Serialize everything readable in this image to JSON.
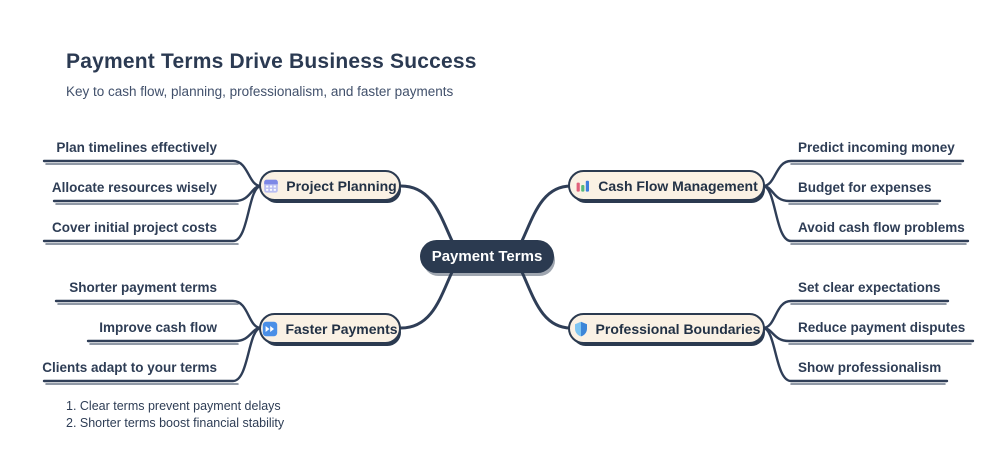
{
  "header": {
    "title": "Payment Terms Drive Business Success",
    "subtitle": "Key to cash flow, planning, professionalism, and faster payments"
  },
  "center": {
    "label": "Payment Terms"
  },
  "branches": [
    {
      "label": "Project Planning",
      "icon": "calendar-icon",
      "leaves": [
        "Plan timelines effectively",
        "Allocate resources wisely",
        "Cover initial project costs"
      ]
    },
    {
      "label": "Cash Flow Management",
      "icon": "bar-chart-icon",
      "leaves": [
        "Predict incoming money",
        "Budget for expenses",
        "Avoid cash flow problems"
      ]
    },
    {
      "label": "Faster Payments",
      "icon": "fast-forward-icon",
      "leaves": [
        "Shorter payment terms",
        "Improve cash flow",
        "Clients adapt to your terms"
      ]
    },
    {
      "label": "Professional Boundaries",
      "icon": "shield-icon",
      "leaves": [
        "Set clear expectations",
        "Reduce payment disputes",
        "Show professionalism"
      ]
    }
  ],
  "notes": [
    "1. Clear terms prevent payment delays",
    "2. Shorter terms boost financial stability"
  ],
  "colors": {
    "ink": "#2b3a50",
    "node_fill": "#faf1e4",
    "background": "#ffffff",
    "icon_blue": "#4a8fe7",
    "icon_purple": "#7d88e6",
    "icon_pink": "#e0607a",
    "icon_green": "#57b97c",
    "icon_shield_light": "#7ec5f2",
    "icon_shield_dark": "#3d86d8"
  }
}
